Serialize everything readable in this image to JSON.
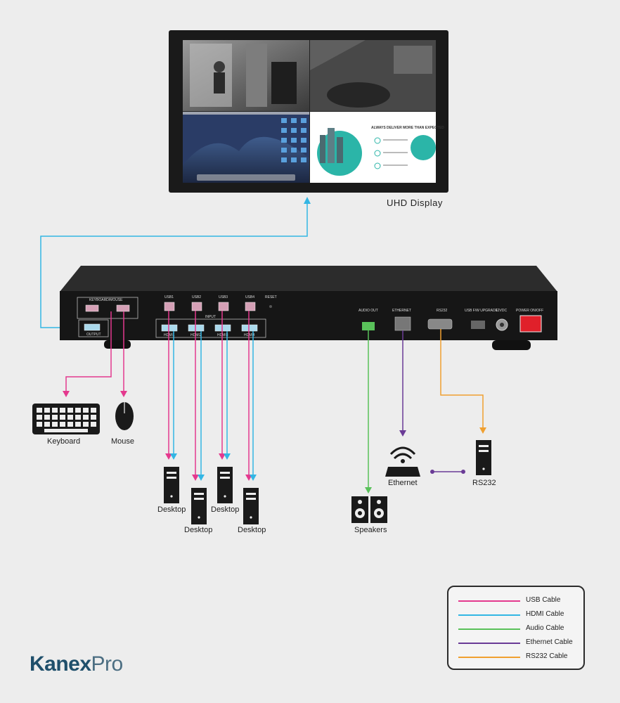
{
  "colors": {
    "usb": "#e4398e",
    "hdmi": "#33b6e4",
    "audio": "#59c15a",
    "ethernet": "#6a3b96",
    "rs232": "#f0a030"
  },
  "display": {
    "label": "UHD Display"
  },
  "screen_text": {
    "headline": "ALWAYS DELIVER MORE THAN EXPECTED"
  },
  "device_labels": {
    "keyboard_mouse": "KEYBOARD/MOUSE",
    "output": "OUTPUT",
    "input": "INPUT",
    "usb": [
      "USB1",
      "USB2",
      "USB3",
      "USB4"
    ],
    "hdmi": [
      "HDMI1",
      "HDMI2",
      "HDMI3",
      "HDMI4"
    ],
    "reset": "RESET",
    "audio_out": "AUDIO OUT",
    "ethernet": "ETHERNET",
    "rs232": "RS232",
    "usb_fw": "USB F/W UPGRADE",
    "dc": "12VDC",
    "power": "POWER ON/OFF"
  },
  "peripherals": {
    "keyboard": "Keyboard",
    "mouse": "Mouse",
    "desktop": "Desktop",
    "ethernet": "Ethernet",
    "rs232": "RS232",
    "speakers": "Speakers"
  },
  "legend": [
    {
      "label": "USB Cable",
      "color": "#e4398e"
    },
    {
      "label": "HDMI Cable",
      "color": "#33b6e4"
    },
    {
      "label": "Audio Cable",
      "color": "#59c15a"
    },
    {
      "label": "Ethernet Cable",
      "color": "#6a3b96"
    },
    {
      "label": "RS232 Cable",
      "color": "#f0a030"
    }
  ],
  "brand": {
    "part1": "Kanex",
    "part2": "Pro"
  }
}
